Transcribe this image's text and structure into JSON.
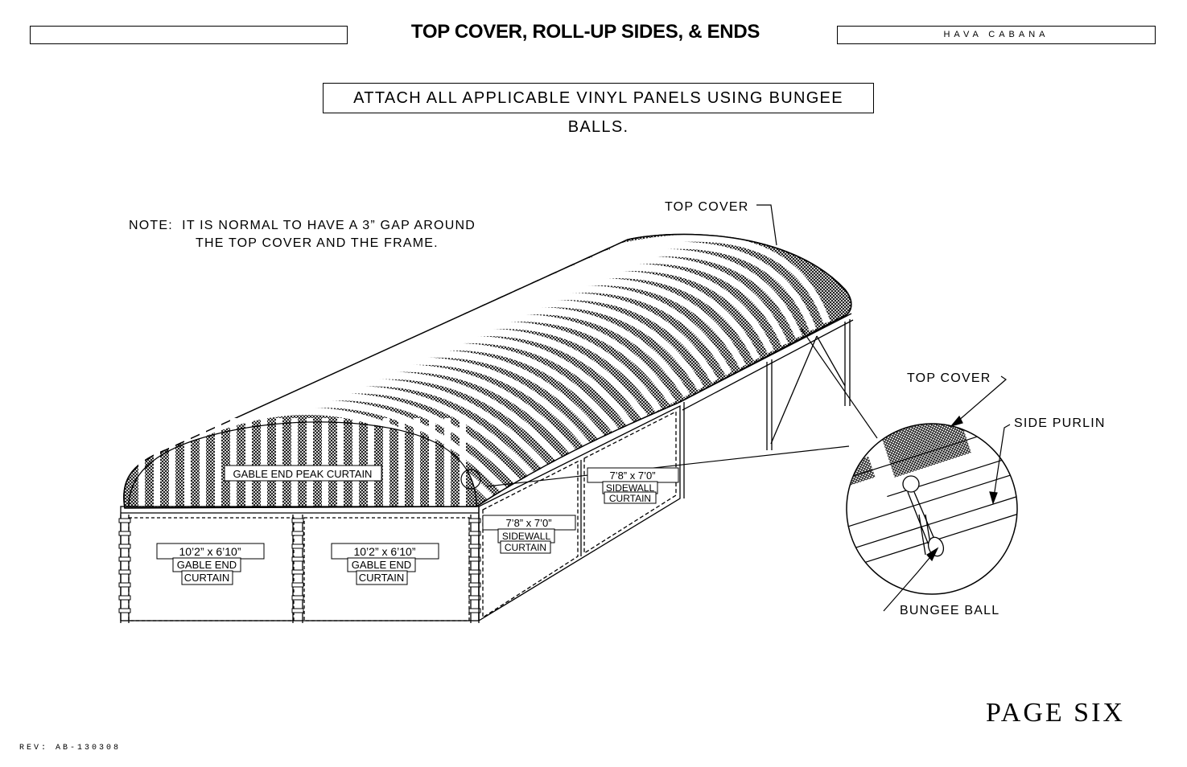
{
  "header": {
    "title": "TOP COVER, ROLL-UP SIDES, & ENDS",
    "brand": "HAVA CABANA"
  },
  "instruction": "ATTACH ALL APPLICABLE VINYL PANELS USING BUNGEE BALLS.",
  "note": {
    "line1": "NOTE:  IT IS NORMAL TO HAVE A 3” GAP AROUND",
    "line2": "THE TOP COVER AND THE FRAME."
  },
  "labels": {
    "top_cover": "TOP COVER",
    "gable_peak": "GABLE END PEAK CURTAIN",
    "gable_left": {
      "size": "10’2” x 6’10”",
      "l1": "GABLE END",
      "l2": "CURTAIN"
    },
    "gable_right": {
      "size": "10’2” x 6’10”",
      "l1": "GABLE END",
      "l2": "CURTAIN"
    },
    "sidewall_front": {
      "size": "7’8” x 7’0”",
      "l1": "SIDEWALL",
      "l2": "CURTAIN"
    },
    "sidewall_back": {
      "size": "7’8” x 7’0”",
      "l1": "SIDEWALL",
      "l2": "CURTAIN"
    }
  },
  "detail": {
    "top_cover": "TOP COVER",
    "side_purlin": "SIDE PURLIN",
    "bungee_ball": "BUNGEE BALL"
  },
  "footer": {
    "page": "PAGE SIX",
    "rev": "REV: AB-130308"
  }
}
